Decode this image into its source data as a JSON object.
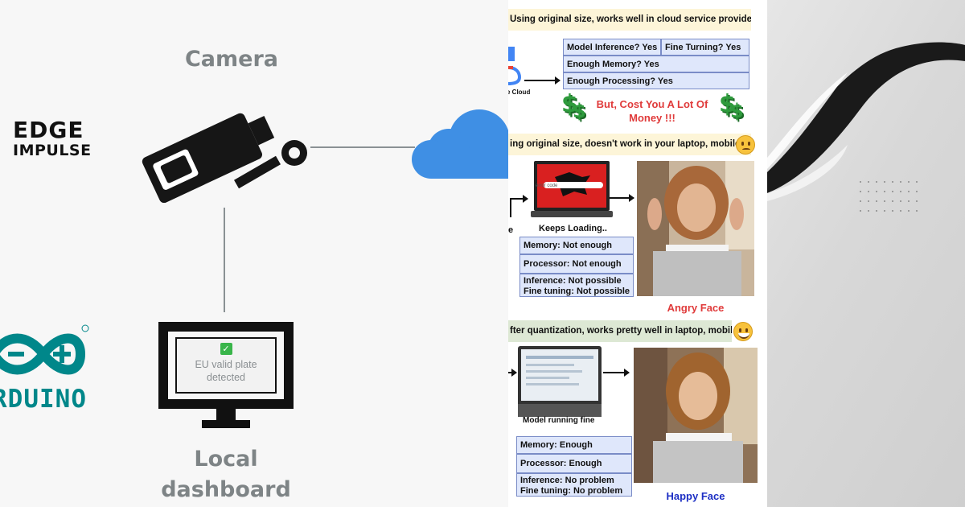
{
  "left": {
    "camera_label": "Camera",
    "local_label_line1": "Local",
    "local_label_line2": "dashboard",
    "edge_logo_line1": "EDGE",
    "edge_logo_line2": "IMPULSE",
    "arduino_text": "RDUINO",
    "screen_check": "✓",
    "screen_text_line1": "EU valid plate",
    "screen_text_line2": "detected"
  },
  "middle": {
    "banner1": "Using original size, works well in cloud service provider",
    "cloud_caption": "e Cloud",
    "model_inference": "Model Inference? Yes",
    "fine_tuning": "Fine Turning? Yes",
    "enough_memory": "Enough Memory? Yes",
    "enough_processing": "Enough Processing? Yes",
    "cost_line1": "But, Cost You A Lot Of",
    "cost_line2": "Money !!!",
    "dollar_glyph": "$",
    "banner2": "ing original size, doesn't work in your laptop, mobile",
    "error_code": "error code",
    "keeps_loading": "Keeps Loading..",
    "left_caption2": "e",
    "mem_not_enough": "Memory: Not enough",
    "proc_not_enough": "Processor: Not enough",
    "inference_not_possible": "Inference: Not possible",
    "fine_tuning_not_possible": "Fine tuning: Not possible",
    "angry_face": "Angry Face",
    "banner3": "fter quantization, works pretty well in laptop, mobile",
    "model_running": "Model running fine",
    "mem_enough": "Memory: Enough",
    "proc_enough": "Processor: Enough",
    "inference_no_problem": "Inference: No problem",
    "fine_tuning_no_problem": "Fine tuning: No problem",
    "happy_face": "Happy Face"
  },
  "colors": {
    "label_gray": "#7e8486",
    "arduino_teal": "#00878a",
    "cloud_blue": "#3f8fe4",
    "cell_blue": "#dfe7fb",
    "cell_border": "#7a8cc7",
    "angry_red": "#e03b3b",
    "happy_blue": "#1d2fc4",
    "dollar_green": "#2f9b3d"
  }
}
